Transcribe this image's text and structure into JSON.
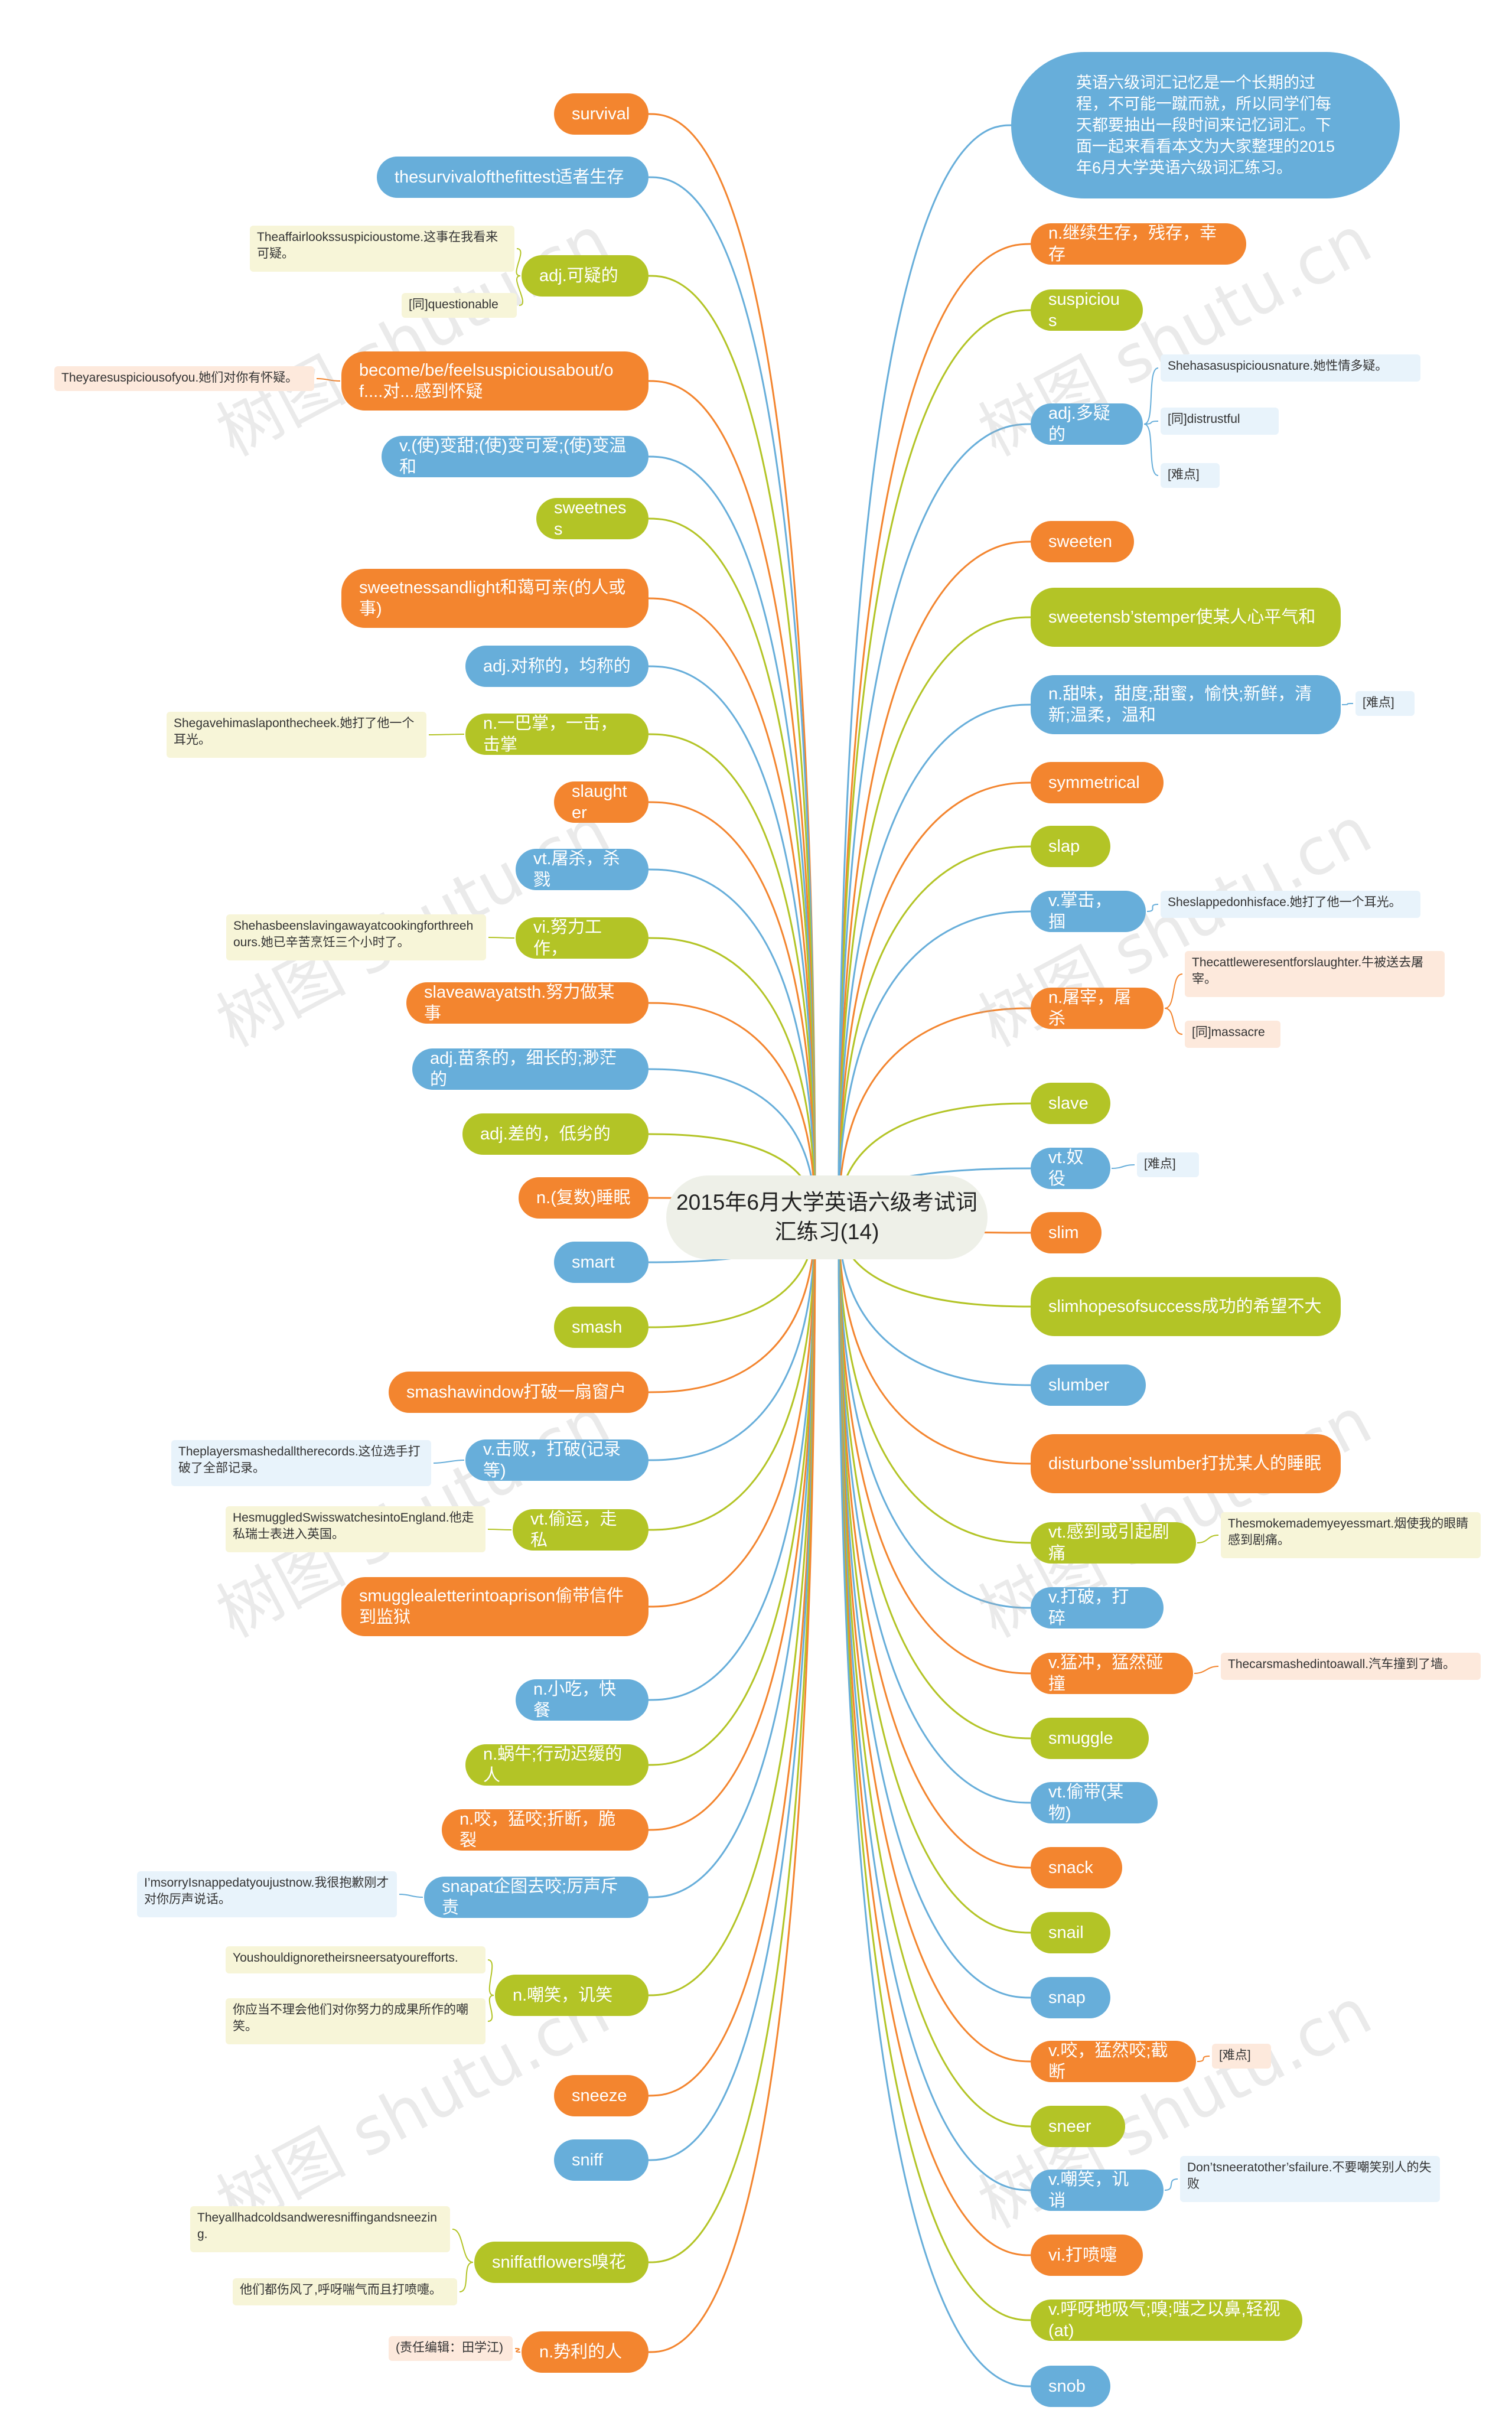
{
  "title": "2015年6月大学英语六级考试词汇练习(14)",
  "intro": "英语六级词汇记忆是一个长期的过程，不可能一蹴而就，所以同学们每天都要抽出一段时间来记忆词汇。下面一起来看看本文为大家整理的2015年6月大学英语六级词汇练习。",
  "colors": {
    "orange": "#f3852f",
    "blue": "#67aeda",
    "lime": "#b3c426"
  },
  "watermark": "树图 shutu.cn",
  "left_nodes": [
    {
      "label": "survival",
      "color": "orange"
    },
    {
      "label": "thesurvivalofthefittest适者生存",
      "color": "blue"
    },
    {
      "label": "adj.可疑的",
      "color": "lime",
      "notes": [
        "Theaffairlookssuspicioustome.这事在我看来可疑。",
        "[同]questionable"
      ]
    },
    {
      "label": "become/be/feelsuspiciousabout/of....对...感到怀疑",
      "color": "orange",
      "notes": [
        "Theyaresuspiciousofyou.她们对你有怀疑。"
      ]
    },
    {
      "label": "v.(使)变甜;(使)变可爱;(使)变温和",
      "color": "blue"
    },
    {
      "label": "sweetness",
      "color": "lime"
    },
    {
      "label": "sweetnessandlight和蔼可亲(的人或事)",
      "color": "orange"
    },
    {
      "label": "adj.对称的，均称的",
      "color": "blue"
    },
    {
      "label": "n.一巴掌，一击，击掌",
      "color": "lime",
      "notes": [
        "Shegavehimaslaponthecheek.她打了他一个耳光。"
      ]
    },
    {
      "label": "slaughter",
      "color": "orange"
    },
    {
      "label": "vt.屠杀，杀戮",
      "color": "blue"
    },
    {
      "label": "vi.努力工作，",
      "color": "lime",
      "notes": [
        "Shehasbeenslavingawayatcookingforthreehours.她已辛苦烹饪三个小时了。"
      ]
    },
    {
      "label": "slaveawayatsth.努力做某事",
      "color": "orange"
    },
    {
      "label": "adj.苗条的，细长的;渺茫的",
      "color": "blue"
    },
    {
      "label": "adj.差的，低劣的",
      "color": "lime"
    },
    {
      "label": "n.(复数)睡眠",
      "color": "orange"
    },
    {
      "label": "smart",
      "color": "blue"
    },
    {
      "label": "smash",
      "color": "lime"
    },
    {
      "label": "smashawindow打破一扇窗户",
      "color": "orange"
    },
    {
      "label": "v.击败，打破(记录等)",
      "color": "blue",
      "notes": [
        "Theplayersmashedalltherecords.这位选手打破了全部记录。"
      ]
    },
    {
      "label": "vt.偷运，走私",
      "color": "lime",
      "notes": [
        "HesmuggledSwisswatchesintoEngland.他走私瑞士表进入英国。"
      ]
    },
    {
      "label": "smugglealetterintoaprison偷带信件到监狱",
      "color": "orange"
    },
    {
      "label": "n.小吃，快餐",
      "color": "blue"
    },
    {
      "label": "n.蜗牛;行动迟缓的人",
      "color": "lime"
    },
    {
      "label": "n.咬，猛咬;折断，脆裂",
      "color": "orange"
    },
    {
      "label": "snapat企图去咬;厉声斥责",
      "color": "blue",
      "notes": [
        "I’msorryIsnappedatyoujustnow.我很抱歉刚才对你厉声说话。"
      ]
    },
    {
      "label": "n.嘲笑，讥笑",
      "color": "lime",
      "notes": [
        "Youshouldignoretheirsneersatyourefforts.",
        "你应当不理会他们对你努力的成果所作的嘲笑。"
      ]
    },
    {
      "label": "sneeze",
      "color": "orange"
    },
    {
      "label": "sniff",
      "color": "blue"
    },
    {
      "label": "sniffatflowers嗅花",
      "color": "lime",
      "notes": [
        "Theyallhadcoldsandweresniffingandsneezing.",
        "他们都伤风了,呼呀喘气而且打喷嚏。"
      ]
    },
    {
      "label": "n.势利的人",
      "color": "orange",
      "notes": [
        "(责任编辑：田学江)"
      ]
    }
  ],
  "right_nodes": [
    {
      "label": "n.继续生存，残存，幸存",
      "color": "orange"
    },
    {
      "label": "suspicious",
      "color": "lime"
    },
    {
      "label": "adj.多疑的",
      "color": "blue",
      "notes": [
        "Shehasasuspiciousnature.她性情多疑。",
        "[同]distrustful",
        "[难点]"
      ]
    },
    {
      "label": "sweeten",
      "color": "orange"
    },
    {
      "label": "sweetensb’stemper使某人心平气和",
      "color": "lime"
    },
    {
      "label": "n.甜味，甜度;甜蜜，愉快;新鲜，清新;温柔，温和",
      "color": "blue",
      "notes": [
        "[难点]"
      ]
    },
    {
      "label": "symmetrical",
      "color": "orange"
    },
    {
      "label": "slap",
      "color": "lime"
    },
    {
      "label": "v.掌击，掴",
      "color": "blue",
      "notes": [
        "Sheslappedonhisface.她打了他一个耳光。"
      ]
    },
    {
      "label": "n.屠宰，屠杀",
      "color": "orange",
      "notes": [
        "Thecattleweresentforslaughter.牛被送去屠宰。",
        "[同]massacre"
      ]
    },
    {
      "label": "slave",
      "color": "lime"
    },
    {
      "label": "vt.奴役",
      "color": "blue",
      "notes": [
        "[难点]"
      ]
    },
    {
      "label": "slim",
      "color": "orange"
    },
    {
      "label": "slimhopesofsuccess成功的希望不大",
      "color": "lime"
    },
    {
      "label": "slumber",
      "color": "blue"
    },
    {
      "label": "disturbone’sslumber打扰某人的睡眠",
      "color": "orange"
    },
    {
      "label": "vt.感到或引起剧痛",
      "color": "lime",
      "notes": [
        "Thesmokemademyeyessmart.烟使我的眼睛感到剧痛。"
      ]
    },
    {
      "label": "v.打破，打碎",
      "color": "blue"
    },
    {
      "label": "v.猛冲，猛然碰撞",
      "color": "orange",
      "notes": [
        "Thecarsmashedintoawall.汽车撞到了墙。"
      ]
    },
    {
      "label": "smuggle",
      "color": "lime"
    },
    {
      "label": "vt.偷带(某物)",
      "color": "blue"
    },
    {
      "label": "snack",
      "color": "orange"
    },
    {
      "label": "snail",
      "color": "lime"
    },
    {
      "label": "snap",
      "color": "blue"
    },
    {
      "label": "v.咬，猛然咬;截断",
      "color": "orange",
      "notes": [
        "[难点]"
      ]
    },
    {
      "label": "sneer",
      "color": "lime"
    },
    {
      "label": "v.嘲笑，讥诮",
      "color": "blue",
      "notes": [
        "Don’tsneeratother’sfailure.不要嘲笑别人的失败"
      ]
    },
    {
      "label": "vi.打喷嚏",
      "color": "orange"
    },
    {
      "label": "v.呼呀地吸气;嗅;嗤之以鼻,轻视(at)",
      "color": "lime"
    },
    {
      "label": "snob",
      "color": "blue"
    }
  ]
}
